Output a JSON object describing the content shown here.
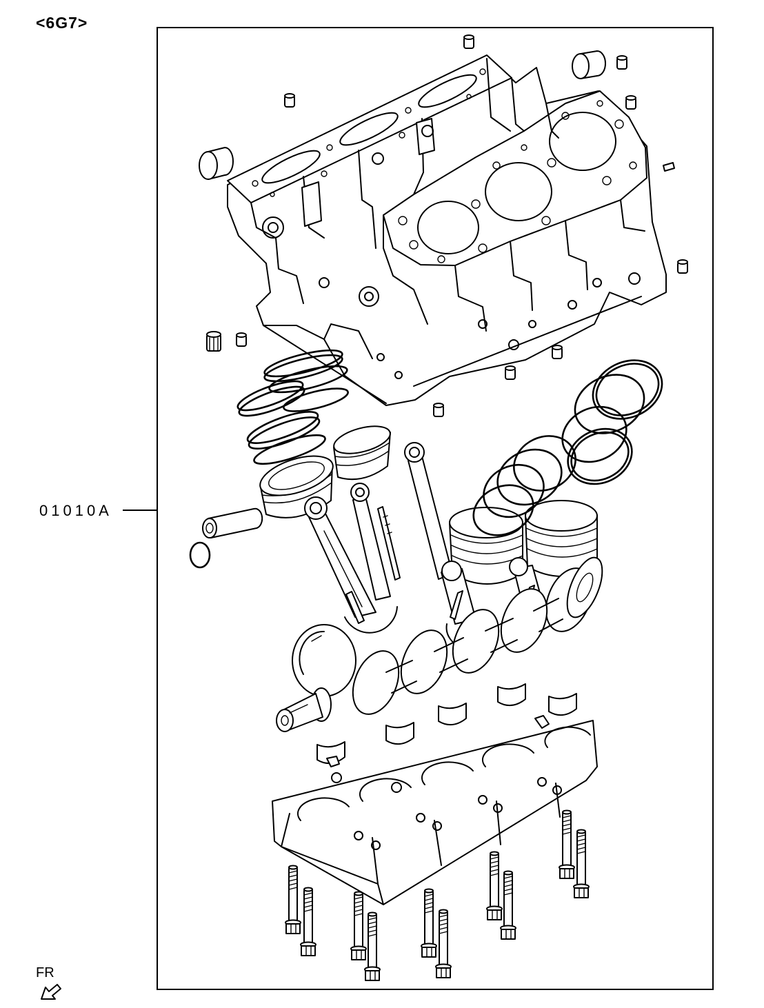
{
  "header": {
    "code": "<6G7>"
  },
  "callout": {
    "label": "01010A"
  },
  "orientation": {
    "label": "FR"
  }
}
